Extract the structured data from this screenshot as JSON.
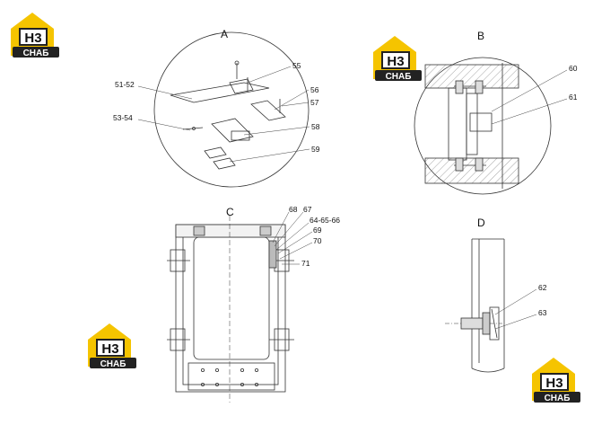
{
  "sections": {
    "a": "A",
    "b": "B",
    "c": "C",
    "d": "D"
  },
  "labels": {
    "p51_52": "51-52",
    "p53_54": "53-54",
    "p55": "55",
    "p56": "56",
    "p57": "57",
    "p58": "58",
    "p59": "59",
    "p60": "60",
    "p61": "61",
    "p62": "62",
    "p63": "63",
    "p64_65_66": "64-65-66",
    "p67": "67",
    "p68": "68",
    "p69": "69",
    "p70": "70",
    "p71": "71"
  },
  "logo": {
    "letters": "H3",
    "word": "СНАБ",
    "colors": {
      "yellow": "#f5c400",
      "dark": "#222222"
    }
  }
}
